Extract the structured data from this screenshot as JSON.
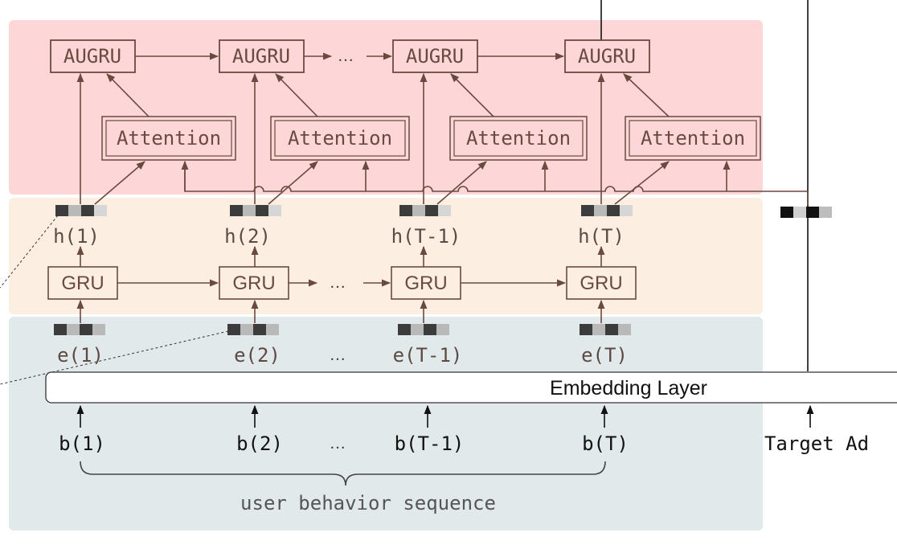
{
  "colors": {
    "attention_layer_bg": "#fdd6d8",
    "gru_layer_bg": "#fdeee2",
    "embedding_layer_bg": "#e2e9eb",
    "box_stroke": "#6a4a40",
    "vector_dark": "#3c3c3c",
    "vector_light": "#b9b9b9"
  },
  "augru_labels": [
    "AUGRU",
    "AUGRU",
    "AUGRU",
    "AUGRU"
  ],
  "attention_labels": [
    "Attention",
    "Attention",
    "Attention",
    "Attention"
  ],
  "hidden_labels": [
    "h(1)",
    "h(2)",
    "h(T-1)",
    "h(T)"
  ],
  "gru_labels": [
    "GRU",
    "GRU",
    "GRU",
    "GRU"
  ],
  "embedding_labels": [
    "e(1)",
    "e(2)",
    "e(T-1)",
    "e(T)"
  ],
  "behavior_labels": [
    "b(1)",
    "b(2)",
    "b(T-1)",
    "b(T)"
  ],
  "ellipsis": "…",
  "embedding_layer_label": "Embedding Layer",
  "target_ad_label": "Target Ad",
  "sequence_label": "user behavior sequence"
}
